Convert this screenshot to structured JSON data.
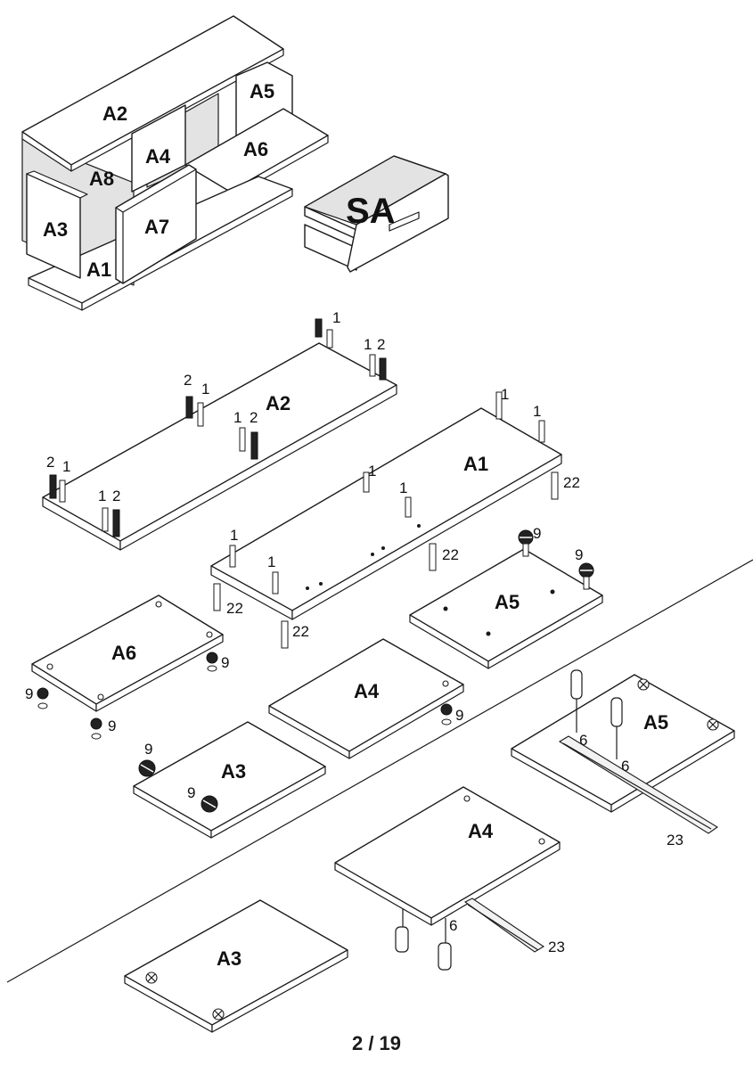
{
  "overview": {
    "labels": [
      "A2",
      "A5",
      "A4",
      "A6",
      "A8",
      "A3",
      "A7",
      "A1"
    ],
    "drawer_label": "SA"
  },
  "panels": {
    "a2": "A2",
    "a1": "A1",
    "a5_top": "A5",
    "a6": "A6",
    "a4_mid": "A4",
    "a3_mid": "A3",
    "a5_step": "A5",
    "a4_step": "A4",
    "a3_bottom": "A3"
  },
  "fittings": {
    "dowel": "1",
    "pin": "2",
    "screw_long": "22",
    "cam": "9",
    "screw_short": "6",
    "rail": "23"
  },
  "footer": {
    "page_number": "2 / 19"
  }
}
